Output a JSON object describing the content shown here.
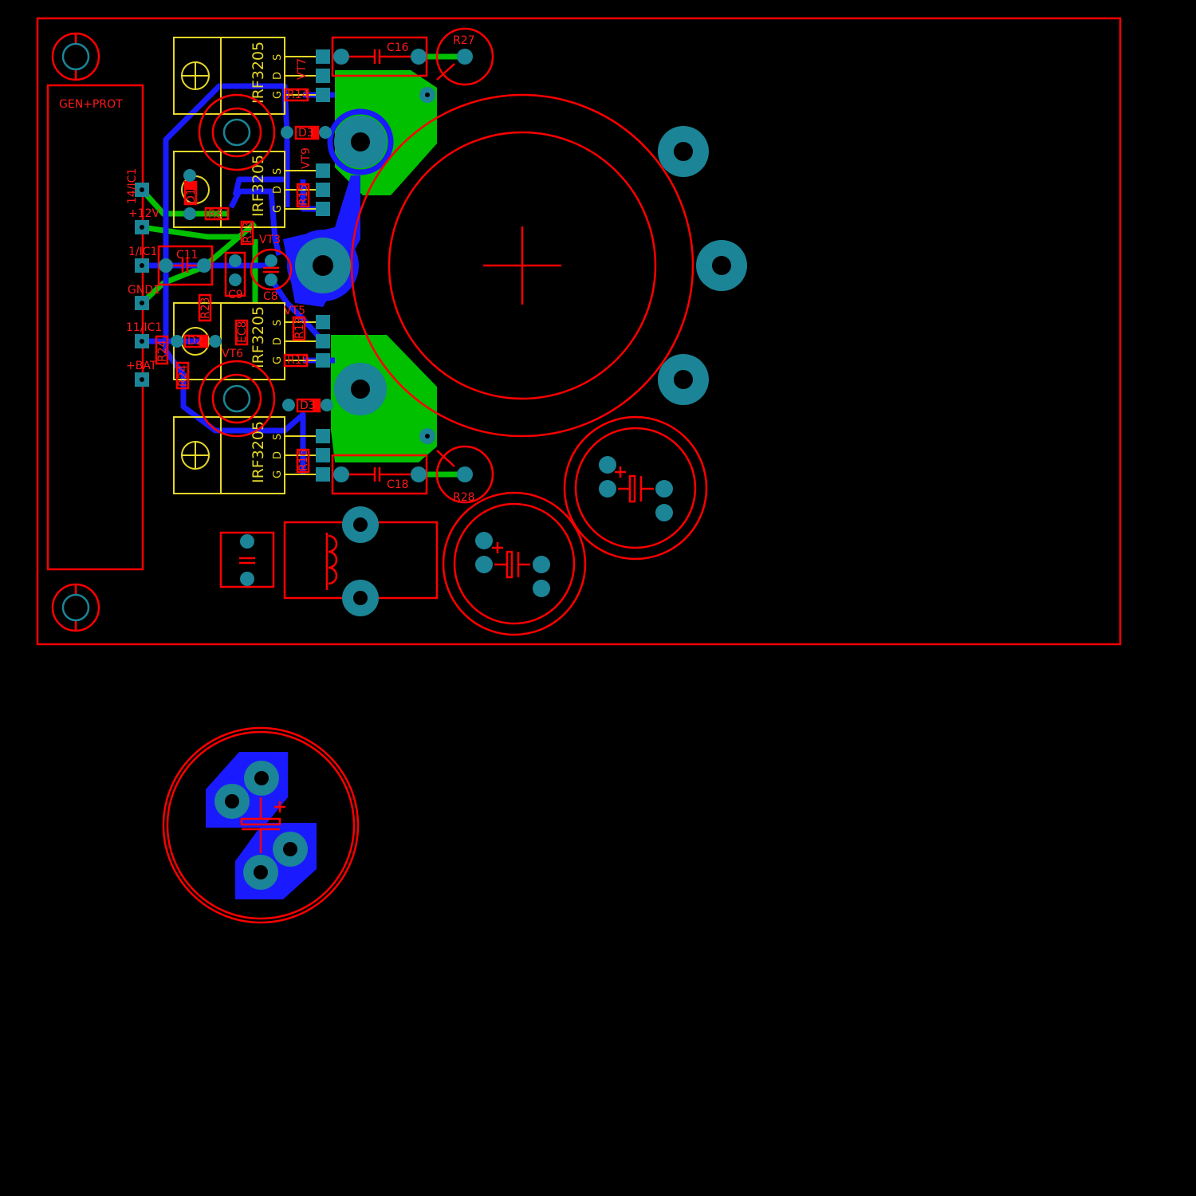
{
  "board": {
    "module_label": "GEN+PROT",
    "connectors": [
      {
        "label": "14/IC1"
      },
      {
        "label": "+12V"
      },
      {
        "label": "1/IC1"
      },
      {
        "label": "GND1"
      },
      {
        "label": "11/IC1"
      },
      {
        "label": "+BAT"
      }
    ],
    "transistors": [
      {
        "part": "IRF3205",
        "ref": "VT7"
      },
      {
        "part": "IRF3205",
        "ref": "VT9"
      },
      {
        "part": "IRF3205",
        "ref": "VT5"
      },
      {
        "part": "IRF3205",
        "ref": "VT6"
      }
    ],
    "pin_labels": {
      "s": "S",
      "d": "D",
      "g": "G"
    },
    "components": {
      "c16": "C16",
      "r27": "R27",
      "c18": "C18",
      "r28": "R28",
      "c11": "C11",
      "c9": "C9",
      "c8": "C8",
      "vt3": "VT3",
      "d3a": "D3",
      "d3b": "D3",
      "d1": "D1",
      "d2": "D2",
      "r8": "R8",
      "r14": "R14",
      "r15": "R15",
      "r18": "R18",
      "r13": "R13",
      "r19": "R19",
      "r23": "R23",
      "r24a": "R24",
      "r24b": "R24",
      "r16": "R16",
      "ec8": "EC8"
    }
  },
  "colors": {
    "background": "#000000",
    "outline": "#ff0000",
    "silkscreen": "#e6d82a",
    "pad": "#1b8496",
    "top_copper": "#1a1aff",
    "bottom_copper": "#00c000"
  }
}
